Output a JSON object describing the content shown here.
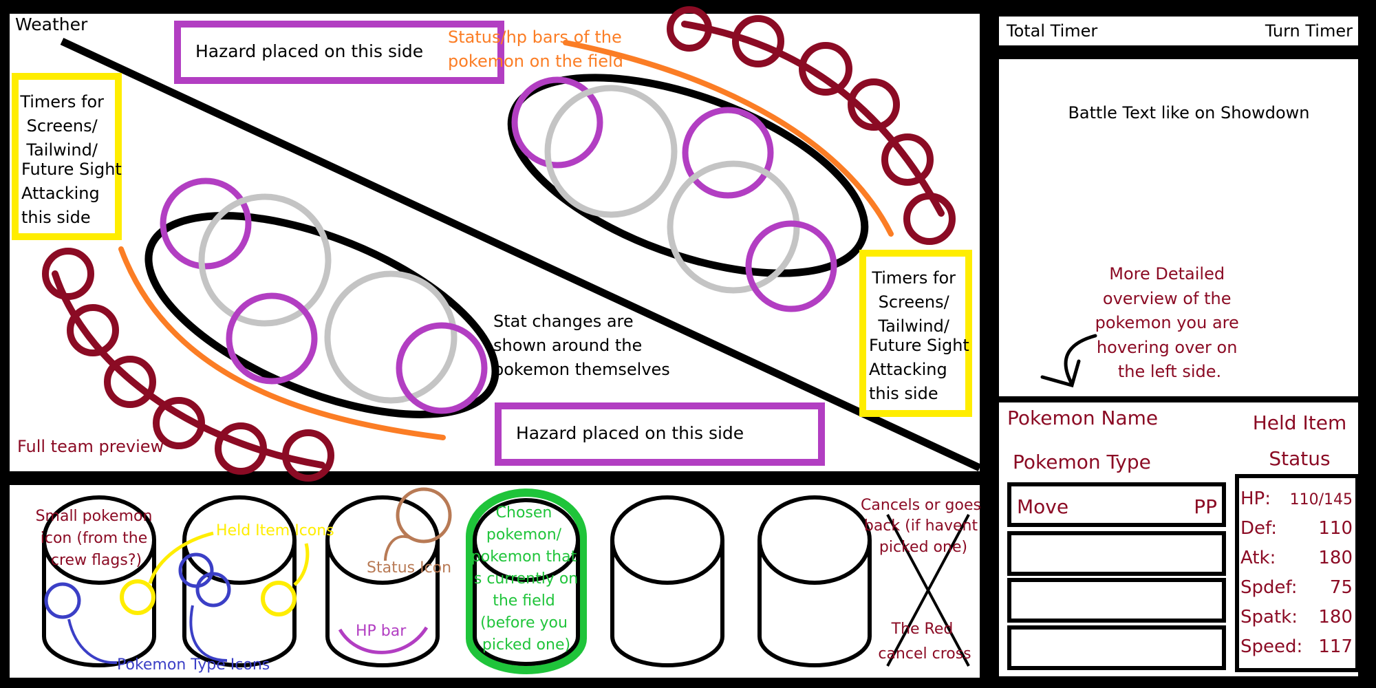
{
  "colors": {
    "black": "#000000",
    "white": "#ffffff",
    "purple": "#b23ec2",
    "gray": "#c4c4c4",
    "darkred": "#8b0b24",
    "orange": "#fb7d25",
    "yellow": "#ffed00",
    "green": "#1fc43a",
    "blue": "#3b3fc6",
    "brown": "#b87a55",
    "text_red": "#8b0b24"
  },
  "field": {
    "weather_label": "Weather",
    "hazard_top": "Hazard placed on this side",
    "hazard_bottom": "Hazard placed on this side",
    "status_bars_note": [
      "Status/hp bars of the",
      "pokemon on the field"
    ],
    "timers_left": [
      "Timers for",
      "Screens/",
      "Tailwind/",
      "Future Sight",
      "Attacking",
      "this side"
    ],
    "timers_right": [
      "Timers for",
      "Screens/",
      "Tailwind/",
      "Future Sight",
      "Attacking",
      "this side"
    ],
    "stat_changes_note": [
      "Stat changes are",
      "shown around the",
      "pokemon themselves"
    ],
    "team_preview_label": "Full team preview"
  },
  "bottom_bar": {
    "slot1_note": [
      "Small pokemon",
      "icon (from the",
      "crew flags?)"
    ],
    "held_item_note": "Held Item Icons",
    "type_icons_note": "Pokemon Type  Icons",
    "status_icon_note": "Status Icon",
    "hp_bar_note": "HP bar",
    "chosen_note": [
      "Chosen",
      "pokemon/",
      "pokemon that",
      "is currently on",
      "the field",
      "(before you",
      "picked one)"
    ],
    "cancel_note": [
      "Cancels or goes",
      "back (if havent",
      "picked one)"
    ],
    "red_cross_note": [
      "The Red",
      "cancel cross"
    ]
  },
  "timers": {
    "total": "Total Timer",
    "turn": "Turn Timer"
  },
  "battle_text": "Battle Text like on Showdown",
  "detail_note": [
    "More Detailed",
    "overview of the",
    "pokemon you are",
    "hovering over on",
    "the left side."
  ],
  "info_panel": {
    "name": "Pokemon Name",
    "type": "Pokemon Type",
    "held_item": "Held Item",
    "status": "Status",
    "move": "Move",
    "pp": "PP",
    "stats": [
      {
        "label": "HP:",
        "value": "110/145"
      },
      {
        "label": "Def:",
        "value": "110"
      },
      {
        "label": "Atk:",
        "value": "180"
      },
      {
        "label": "Spdef:",
        "value": "75"
      },
      {
        "label": "Spatk:",
        "value": "180"
      },
      {
        "label": "Speed:",
        "value": "117"
      }
    ]
  }
}
